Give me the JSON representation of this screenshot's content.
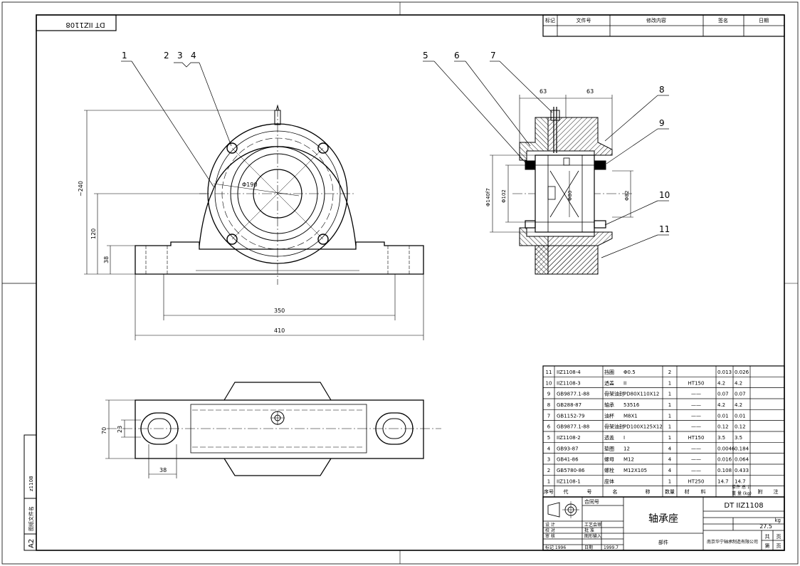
{
  "drawing": {
    "number": "DT IIZ1108",
    "top_left_stamp": "DT IIZ1108",
    "title": "轴承座",
    "weight": "27.5",
    "weight_unit": "kg",
    "part_kind": "部件",
    "company": "南京华宁轴承制造有限公司",
    "sheets_total_label": "共",
    "sheet_label": "第",
    "page_label_1": "页",
    "page_label_2": "页",
    "contract_label": "合同号",
    "sheet_size": "A2",
    "side_label_1": "图纸文件名",
    "side_label_2": "z1108"
  },
  "revision_table": {
    "headers": [
      "标记",
      "文件号",
      "修改内容",
      "签名",
      "日期"
    ]
  },
  "approval_block": {
    "rows": [
      {
        "role": "设  计",
        "item": "工艺会审"
      },
      {
        "role": "校  对",
        "item": "批  准"
      },
      {
        "role": "审  核",
        "item": "图形输入"
      },
      {
        "role": "标记 1996",
        "item": "日期",
        "date": "1999.7"
      }
    ]
  },
  "bom": {
    "headers": [
      "序号",
      "代",
      "号",
      "名",
      "称",
      "数量",
      "材",
      "料",
      "单件",
      "总计",
      "附",
      "注"
    ],
    "weight_header_top": "单件 总 计",
    "weight_header_bottom": "重  量 (kg)",
    "rows": [
      {
        "no": "11",
        "code": "IIZ1108-4",
        "name": "挡圈",
        "spec": "Φ0.5",
        "qty": "2",
        "material": "",
        "unit_wt": "0.013",
        "total_wt": "0.026"
      },
      {
        "no": "10",
        "code": "IIZ1108-3",
        "name": "透盖",
        "spec": "II",
        "qty": "1",
        "material": "HT150",
        "unit_wt": "4.2",
        "total_wt": "4.2"
      },
      {
        "no": "9",
        "code": "GB9877.1-88",
        "name": "骨架油封",
        "spec": "PD80X110X12",
        "qty": "1",
        "material": "——",
        "unit_wt": "0.07",
        "total_wt": "0.07"
      },
      {
        "no": "8",
        "code": "GB288-87",
        "name": "轴承",
        "spec": "53516",
        "qty": "1",
        "material": "——",
        "unit_wt": "4.2",
        "total_wt": "4.2"
      },
      {
        "no": "7",
        "code": "GB1152-79",
        "name": "油杯",
        "spec": "M8X1",
        "qty": "1",
        "material": "——",
        "unit_wt": "0.01",
        "total_wt": "0.01"
      },
      {
        "no": "6",
        "code": "GB9877.1-88",
        "name": "骨架油封",
        "spec": "PD100X125X12",
        "qty": "1",
        "material": "——",
        "unit_wt": "0.12",
        "total_wt": "0.12"
      },
      {
        "no": "5",
        "code": "IIZ1108-2",
        "name": "透盖",
        "spec": "I",
        "qty": "1",
        "material": "HT150",
        "unit_wt": "3.5",
        "total_wt": "3.5"
      },
      {
        "no": "4",
        "code": "GB93-87",
        "name": "垫圈",
        "spec": "12",
        "qty": "4",
        "material": "——",
        "unit_wt": "0.0046",
        "total_wt": "0.184"
      },
      {
        "no": "3",
        "code": "GB41-86",
        "name": "螺母",
        "spec": "M12",
        "qty": "4",
        "material": "——",
        "unit_wt": "0.016",
        "total_wt": "0.064"
      },
      {
        "no": "2",
        "code": "GB5780-86",
        "name": "螺栓",
        "spec": "M12X105",
        "qty": "4",
        "material": "——",
        "unit_wt": "0.108",
        "total_wt": "0.433"
      },
      {
        "no": "1",
        "code": "IIZ1108-1",
        "name": "座体",
        "spec": "",
        "qty": "1",
        "material": "HT250",
        "unit_wt": "14.7",
        "total_wt": "14.7"
      }
    ]
  },
  "dimensions": {
    "front": [
      "~240",
      "120",
      "38",
      "Φ190",
      "350",
      "410"
    ],
    "section": [
      "63",
      "63",
      "Φ140f7",
      "Φ102",
      "Φ80",
      "Φ82"
    ],
    "top": [
      "70",
      "23",
      "38"
    ]
  },
  "balloons": [
    "1",
    "2",
    "3",
    "4",
    "5",
    "6",
    "7",
    "8",
    "9",
    "10",
    "11"
  ]
}
